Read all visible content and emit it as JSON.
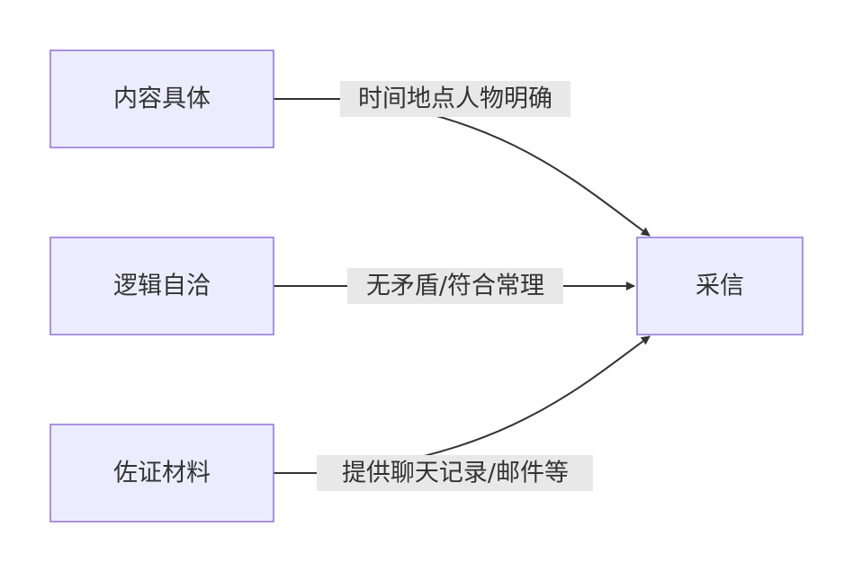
{
  "diagram": {
    "nodes": {
      "n1": {
        "label": "内容具体"
      },
      "n2": {
        "label": "逻辑自洽"
      },
      "n3": {
        "label": "佐证材料"
      },
      "target": {
        "label": "采信"
      }
    },
    "edges": {
      "e1": {
        "label": "时间地点人物明确"
      },
      "e2": {
        "label": "无矛盾/符合常理"
      },
      "e3": {
        "label": "提供聊天记录/邮件等"
      }
    }
  },
  "colors": {
    "node_fill": "#ECECFF",
    "node_stroke": "#9370DB",
    "edge": "#333333",
    "label_bg": "#E8E8E8"
  }
}
